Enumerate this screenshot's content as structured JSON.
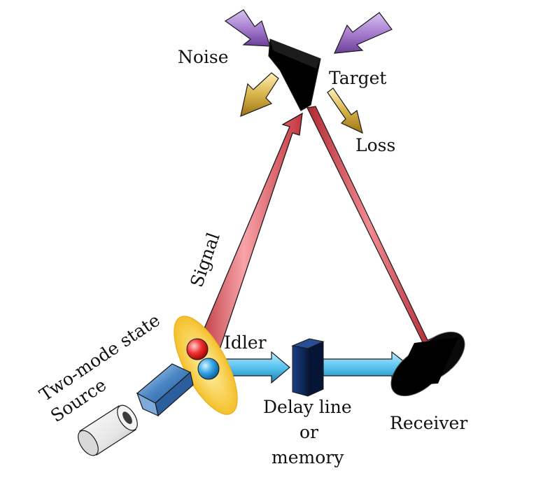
{
  "labels": {
    "noise": "Noise",
    "target": "Target",
    "loss": "Loss",
    "signal": "Signal",
    "two_mode_state": "Two-mode state",
    "source": "Source",
    "idler": "Idler",
    "delay_line_1": "Delay line",
    "delay_line_2": "or",
    "delay_line_3": "memory",
    "receiver": "Receiver"
  },
  "colors": {
    "signal_beam": "#f06a72",
    "idler_beam": "#56c3ef",
    "noise_arrow": "#a87fd0",
    "loss_arrow": "#d9b34a",
    "target": "#000000",
    "receiver": "#000000",
    "delay_line": "#0d2e6b",
    "crystal": "#4a86c5",
    "ellipse": "#f4c52e",
    "signal_mode": "#e01a1a",
    "idler_mode": "#2a9be0"
  }
}
